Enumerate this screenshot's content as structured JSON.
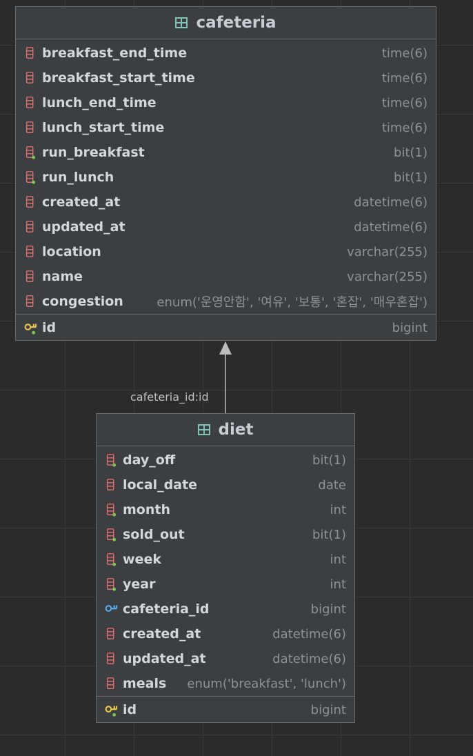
{
  "tables": [
    {
      "name": "cafeteria",
      "columns": [
        {
          "name": "breakfast_end_time",
          "type": "time(6)",
          "icon": "column-icon"
        },
        {
          "name": "breakfast_start_time",
          "type": "time(6)",
          "icon": "column-icon"
        },
        {
          "name": "lunch_end_time",
          "type": "time(6)",
          "icon": "column-icon"
        },
        {
          "name": "lunch_start_time",
          "type": "time(6)",
          "icon": "column-icon"
        },
        {
          "name": "run_breakfast",
          "type": "bit(1)",
          "icon": "column-notnull-icon"
        },
        {
          "name": "run_lunch",
          "type": "bit(1)",
          "icon": "column-notnull-icon"
        },
        {
          "name": "created_at",
          "type": "datetime(6)",
          "icon": "column-icon"
        },
        {
          "name": "updated_at",
          "type": "datetime(6)",
          "icon": "column-icon"
        },
        {
          "name": "location",
          "type": "varchar(255)",
          "icon": "column-icon"
        },
        {
          "name": "name",
          "type": "varchar(255)",
          "icon": "column-icon"
        },
        {
          "name": "congestion",
          "type": "enum('운영안함', '여유', '보통', '혼잡', '매우혼잡')",
          "icon": "column-icon"
        }
      ],
      "keys": [
        {
          "name": "id",
          "type": "bigint",
          "icon": "primary-key-icon"
        }
      ]
    },
    {
      "name": "diet",
      "columns": [
        {
          "name": "day_off",
          "type": "bit(1)",
          "icon": "column-notnull-icon"
        },
        {
          "name": "local_date",
          "type": "date",
          "icon": "column-icon"
        },
        {
          "name": "month",
          "type": "int",
          "icon": "column-notnull-icon"
        },
        {
          "name": "sold_out",
          "type": "bit(1)",
          "icon": "column-notnull-icon"
        },
        {
          "name": "week",
          "type": "int",
          "icon": "column-notnull-icon"
        },
        {
          "name": "year",
          "type": "int",
          "icon": "column-notnull-icon"
        },
        {
          "name": "cafeteria_id",
          "type": "bigint",
          "icon": "foreign-key-icon"
        },
        {
          "name": "created_at",
          "type": "datetime(6)",
          "icon": "column-icon"
        },
        {
          "name": "updated_at",
          "type": "datetime(6)",
          "icon": "column-icon"
        },
        {
          "name": "meals",
          "type": "enum('breakfast', 'lunch')",
          "icon": "column-icon"
        }
      ],
      "keys": [
        {
          "name": "id",
          "type": "bigint",
          "icon": "primary-key-icon"
        }
      ]
    }
  ],
  "relation": {
    "label": "cafeteria_id:id"
  },
  "colors": {
    "background": "#2b2b2b",
    "table_fill": "#3c3f41",
    "border": "#6b6b6b",
    "column_icon": "#e06c6c",
    "notnull_dot": "#7ec850",
    "pk_key": "#e8c34a",
    "fk_key": "#5aa9e6",
    "table_icon": "#7fc4b4"
  }
}
